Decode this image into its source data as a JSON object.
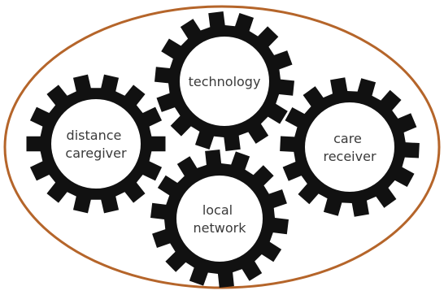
{
  "colors": {
    "background": "#ffffff",
    "frame_stroke": "#b5652a",
    "gear_fill": "#111111",
    "gear_hub": "#ffffff",
    "label_text": "#3a3a3a"
  },
  "frame": {
    "shape": "ellipse"
  },
  "gears": [
    {
      "id": "technology",
      "label_lines": [
        "technology"
      ],
      "teeth": 14
    },
    {
      "id": "distance-caregiver",
      "label_lines": [
        "distance",
        "caregiver"
      ],
      "teeth": 14
    },
    {
      "id": "care-receiver",
      "label_lines": [
        "care",
        "receiver"
      ],
      "teeth": 14
    },
    {
      "id": "local-network",
      "label_lines": [
        "local",
        "network"
      ],
      "teeth": 14
    }
  ]
}
